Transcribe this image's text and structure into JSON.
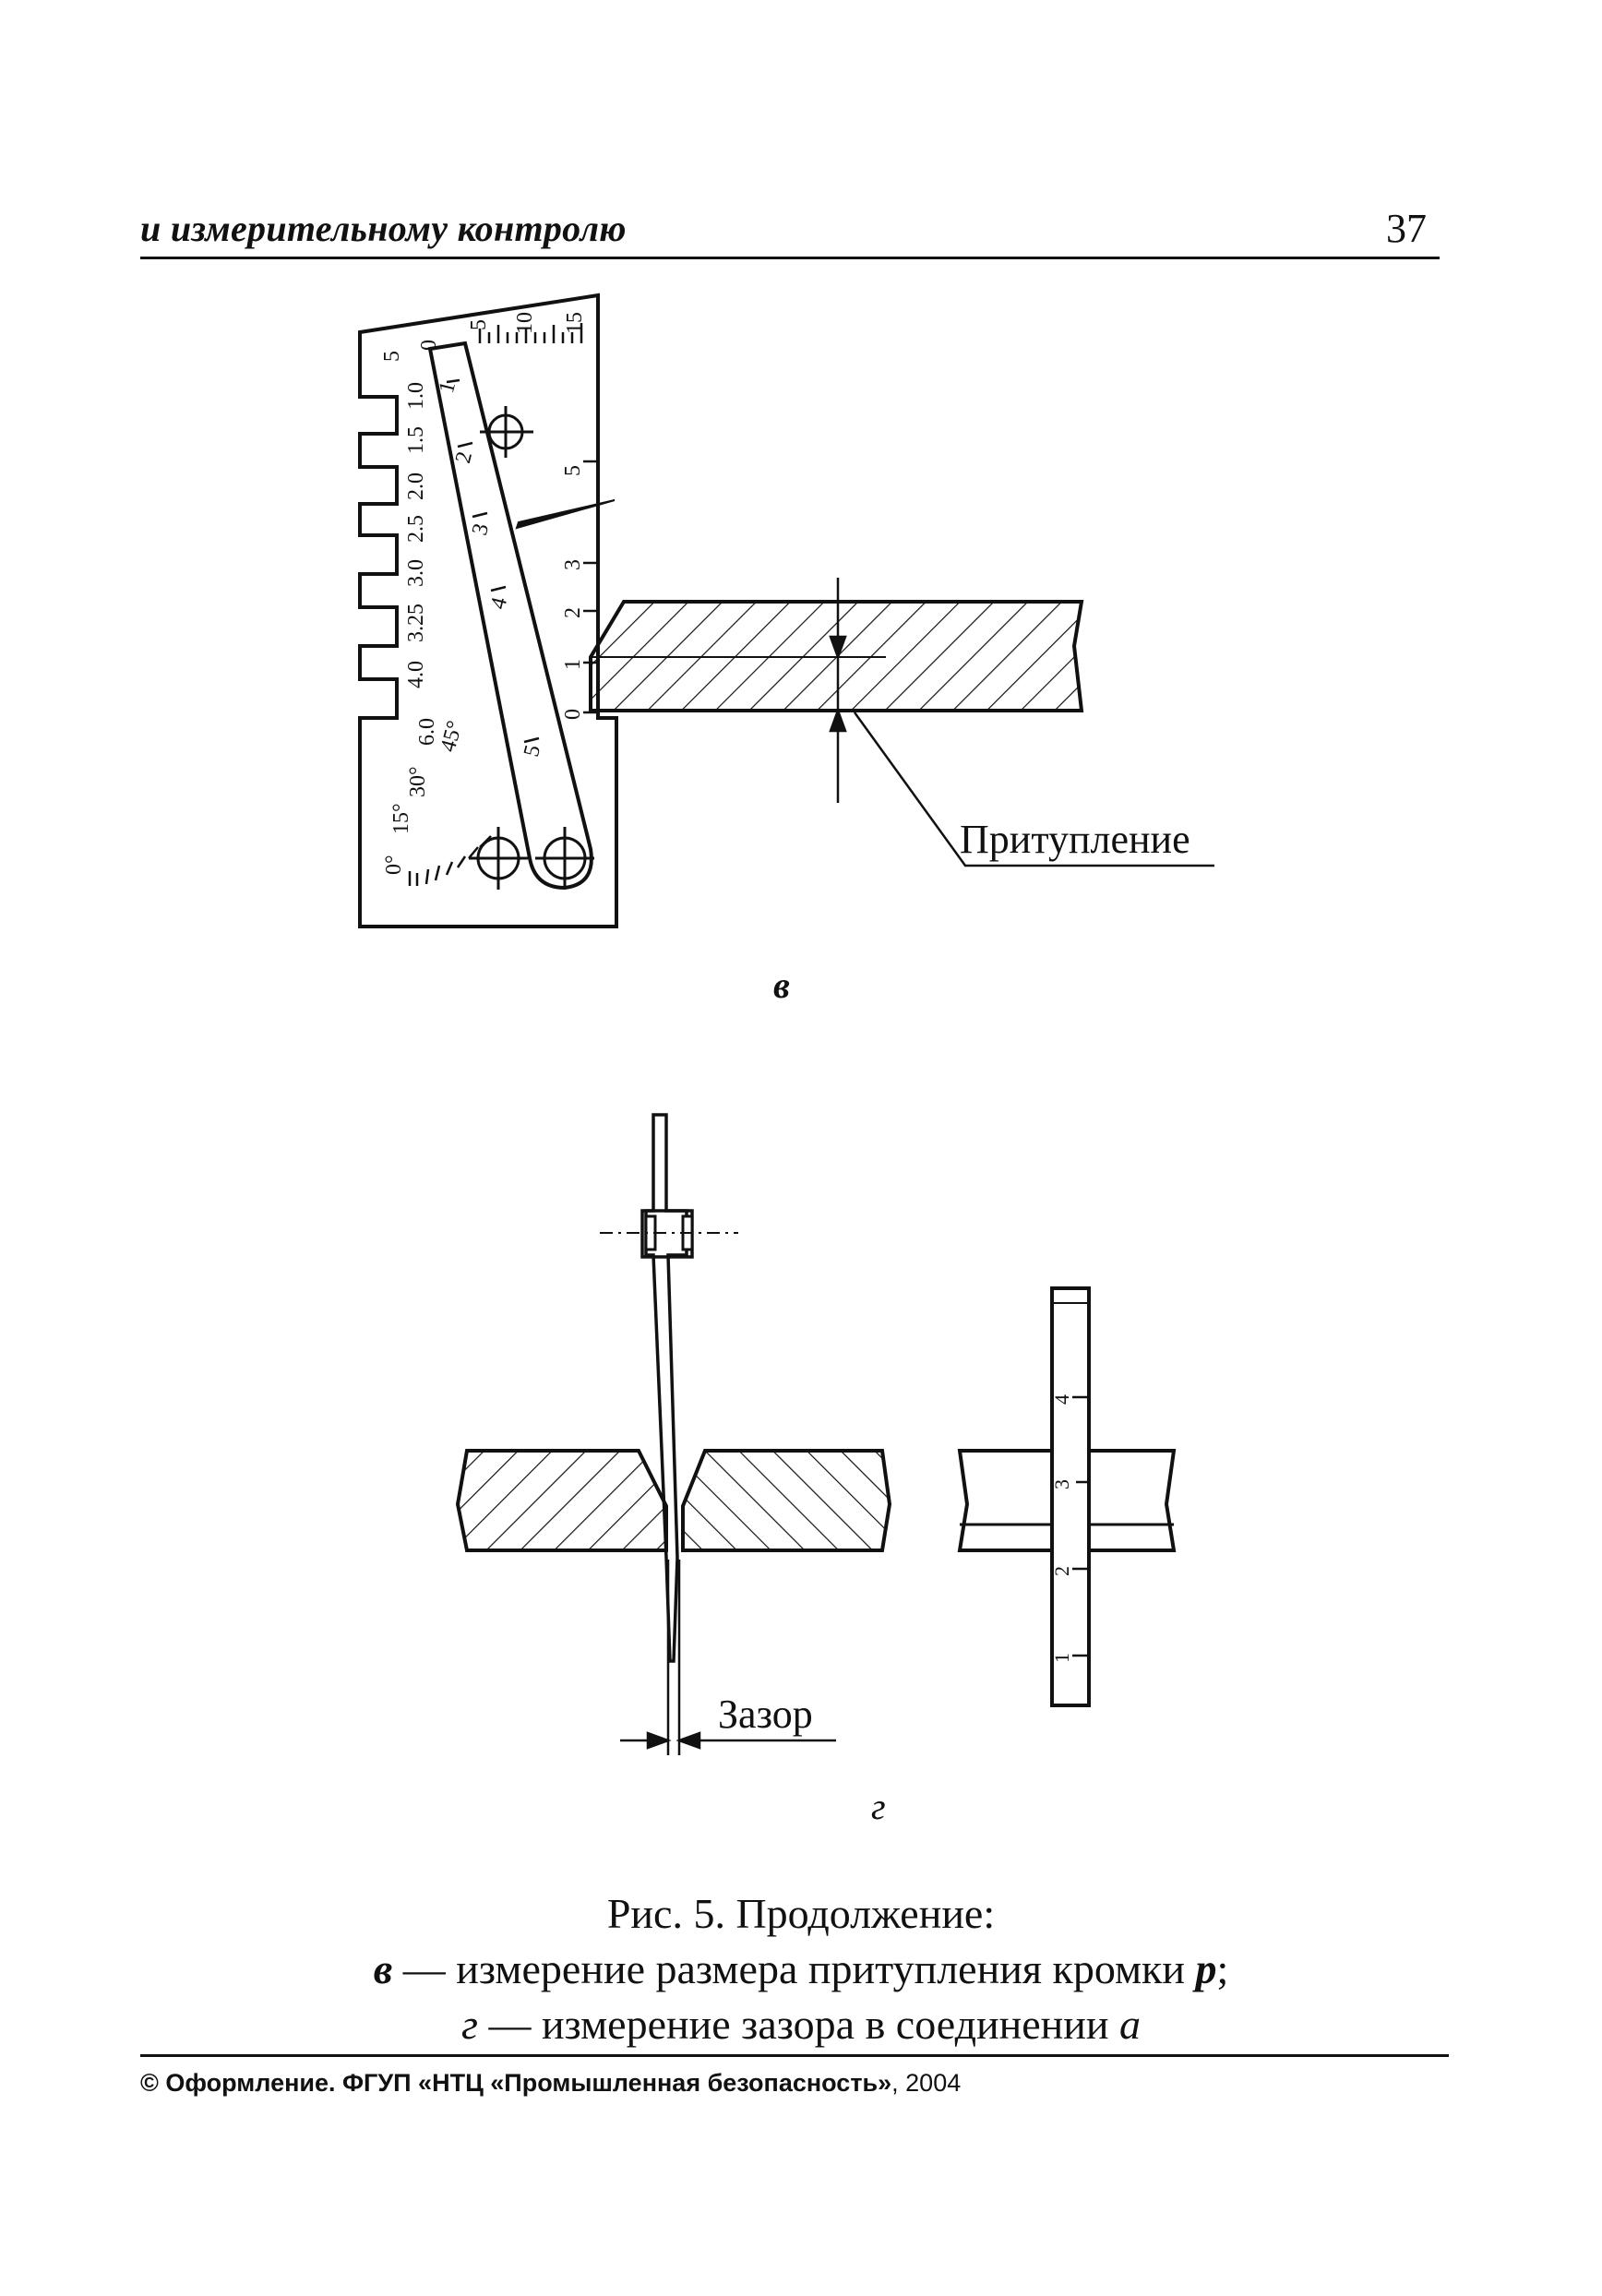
{
  "header": {
    "title": "и измерительному контролю",
    "page_number": "37"
  },
  "figure_v": {
    "sublabel": "в",
    "callout": "Притупление",
    "gauge_scale_top": [
      "5",
      "0",
      "5",
      "10",
      "15"
    ],
    "gauge_scale_left": [
      "1.0",
      "1.5",
      "2.0",
      "2.5",
      "3.0",
      "3.25",
      "4.0",
      "6.0"
    ],
    "gauge_angles": [
      "0°",
      "15°",
      "30°",
      "45°"
    ],
    "gauge_scale_right": [
      "5",
      "3",
      "2",
      "1",
      "0"
    ],
    "slider_marks": [
      "1",
      "2",
      "3",
      "4",
      "5"
    ]
  },
  "figure_g": {
    "sublabel": "г",
    "callout": "Зазор",
    "ruler_marks": [
      "4",
      "3",
      "2",
      "1"
    ]
  },
  "caption": {
    "line1": "Рис. 5. Продолжение:",
    "line2_prefix": "в",
    "line2_text": " — измерение размера притупления кромки ",
    "line2_var": "p",
    "line2_suffix": ";",
    "line3_prefix": "г",
    "line3_text": " — измерение зазора в соединении ",
    "line3_var": "a"
  },
  "footer": {
    "text_prefix": "© Оформление. ФГУП «НТЦ «Промышленная безопасность»",
    "text_year": ", 2004"
  }
}
